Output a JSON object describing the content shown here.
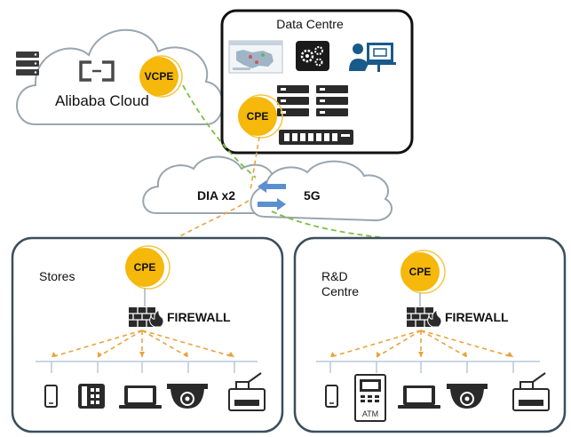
{
  "cloud": {
    "logo_text": "Alibaba Cloud",
    "vcpe_label": "VCPE"
  },
  "data_centre": {
    "title": "Data Centre",
    "cpe_label": "CPE"
  },
  "network": {
    "dia_label": "DIA x2",
    "fiveg_label": "5G"
  },
  "stores": {
    "title": "Stores",
    "cpe_label": "CPE",
    "firewall_label": "FIREWALL"
  },
  "rd_centre": {
    "title_line1": "R&D",
    "title_line2": "Centre",
    "cpe_label": "CPE",
    "firewall_label": "FIREWALL"
  },
  "devices": {
    "stores": [
      "mobile-phone-icon",
      "desk-phone-icon",
      "laptop-icon",
      "camera-icon",
      "printer-icon"
    ],
    "rd_centre": [
      "mobile-phone-icon",
      "atm-icon",
      "laptop-icon",
      "camera-icon",
      "printer-icon"
    ],
    "atm_text": "ATM"
  },
  "colors": {
    "cpe_fill": "#f5b80b",
    "orange_dash": "#e8a33d",
    "green_dash": "#7bc043",
    "arrow_blue": "#5b8fd0",
    "site_border": "#3a4f5c",
    "datacentre_border": "#111111"
  }
}
